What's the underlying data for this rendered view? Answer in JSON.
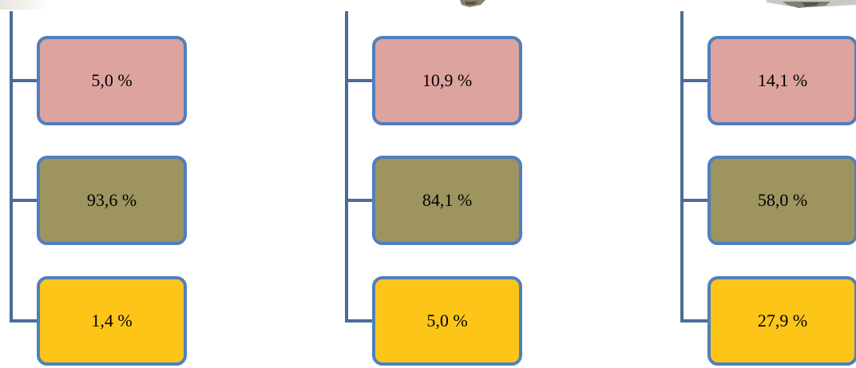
{
  "columns": [
    {
      "boxes": [
        {
          "value": "5,0 %",
          "color": "#dca39f"
        },
        {
          "value": "93,6 %",
          "color": "#9e9460"
        },
        {
          "value": "1,4 %",
          "color": "#fec519"
        }
      ]
    },
    {
      "boxes": [
        {
          "value": "10,9 %",
          "color": "#dca39f"
        },
        {
          "value": "84,1 %",
          "color": "#9e9460"
        },
        {
          "value": "5,0 %",
          "color": "#fec519"
        }
      ]
    },
    {
      "boxes": [
        {
          "value": "14,1 %",
          "color": "#dca39f"
        },
        {
          "value": "58,0 %",
          "color": "#9e9460"
        },
        {
          "value": "27,9 %",
          "color": "#fec519"
        }
      ]
    }
  ],
  "colors": {
    "connector": "#4a6d96",
    "box_border": "#4f7fbd"
  }
}
